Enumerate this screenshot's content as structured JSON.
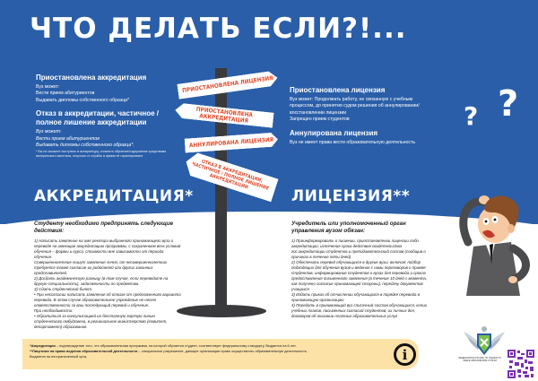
{
  "header": {
    "title": "ЧТО ДЕЛАТЬ ЕСЛИ?!..."
  },
  "left_info": {
    "suspended_accreditation": {
      "heading": "Приостановлена аккредитация",
      "lines": [
        "Вуз может:",
        "Вести прием абитуриентов",
        "Выдавать дипломы собственного образца*"
      ]
    },
    "denied_accreditation": {
      "heading": "Отказ в аккредитации, частичное / полное лишение аккредитации",
      "lines": [
        "Вуз может:",
        "Вести прием абитуриентов",
        "Выдавать дипломы собственного образца*."
      ],
      "footnote": "* Вы не сможете поступить в аспирантуру, оплатить обучение/содержание средствами материнского капитала, отсрочка от службы в армии не гарантирована"
    }
  },
  "right_info": {
    "suspended_license": {
      "heading": "Приостановлена лицензия",
      "lines": [
        "Вуз может: Продолжать работу, не связанную с учебным процессом, до принятия судом решения об аннулировании/восстановлении лицензии",
        "Запрещен прием студентов"
      ]
    },
    "annulled_license": {
      "heading": "Аннулирована лицензия",
      "lines": [
        "Вуз не имеет права вести образовательную деятельность"
      ]
    }
  },
  "signpost": {
    "signs": [
      "ПРИОСТАНОВЛЕНА ЛИЦЕНЗИЯ",
      "ПРИОСТАНОВЛЕНА АККРЕДИТАЦИЯ",
      "АННУЛИРОВАНА ЛИЦЕНЗИЯ",
      "ОТКАЗ В АККРЕДИТАЦИИ, ЧАСТИЧНОЕ / ПОЛНОЕ ЛИШЕНИЕ АККРЕДИТАЦИИ"
    ]
  },
  "decorations": {
    "question_mark": "?"
  },
  "accreditation": {
    "title": "АККРЕДИТАЦИЯ*",
    "heading": "Студенту необходимо предпринять следующие действия:",
    "body": "1) Написать заявление на имя ректора выбранного принимающего вуза о переводе на имеющие аккредитацию программы, с сохранением всех условий обучения – формы и курса, стоимости вне зависимости от периода обучения.\nСовершеннолетние пишут заявление лично, от несовершеннолетних требуется также согласие их родителей или других законных представителей.\n2) Досдать академическую разницу (в том случае, если переводите на другую специальность), задолженности по предметам.\n3) Сдать студенческий билет.\n • При несогласии написать заявление об отказе от предложенного варианта перевода. В этом случае образовательное учреждение не несет ответственности за ваш последующий перевод и обучение.\nПри необходимости:\n • Обратиться за консультацией на бесплатную горячую линию студенческого омбудсмена, в региональное министерство (комитет, департамент) образования."
  },
  "license": {
    "title": "ЛИЦЕНЗИЯ**",
    "heading": "Учредитель или уполномоченный орган управления вузом обязан:",
    "body": "1) Проинформировать о лишении, приостановлении лицензии либо аккредитации, истечения срока действия свидетельства гос.аккредитации студентов и преподавательский состав (сообщив о причинах в течение пяти дней)\n2) Обеспечить перевод обучающихся в другие вузы, включая: подбор подходящих для обучения вузов и ведение с ними переговоров о приеме студентов, информирование студентов о вузах для перевода и сроках предоставления письменного заявления (в течение 10 дней с момента, как получено согласие принимающей стороны), передачу документов учащихся\n3) Издать приказ об отчислении обучающихся в порядке перевода в принимающую организацию\n4) Передать в принимающий вуз списочный состав обучающихся, копии учебных планов, письменных согласий студентов, их личных дел, договоров об оказании платных образовательных услуг"
  },
  "info_bar": {
    "line1_bold": "*Аккредитация",
    "line1_rest": " – подтверждение того, что образовательная программа, на которой обучается студент, соответствует федеральному стандарту. Выдается на 6 лет.",
    "line2_bold": "**Лицензия на право ведения образовательной деятельности",
    "line2_rest": " – специальное разрешение, дающее организации право осуществлять образовательную деятельность.",
    "line3": "Выдается на неограниченный срок.",
    "icon_glyph": "i",
    "background": "#fde2a8"
  },
  "footer": {
    "logo_caption": "ФЕДЕРАЛЬНАЯ СЛУЖБА ПО НАДЗОРУ В СФЕРЕ ОБРАЗОВАНИЯ И НАУКИ"
  },
  "colors": {
    "primary_blue": "#2a5ea8",
    "sign_text": "#e34b2c",
    "info_bar": "#fde2a8",
    "qr": "#7a2fb5"
  }
}
